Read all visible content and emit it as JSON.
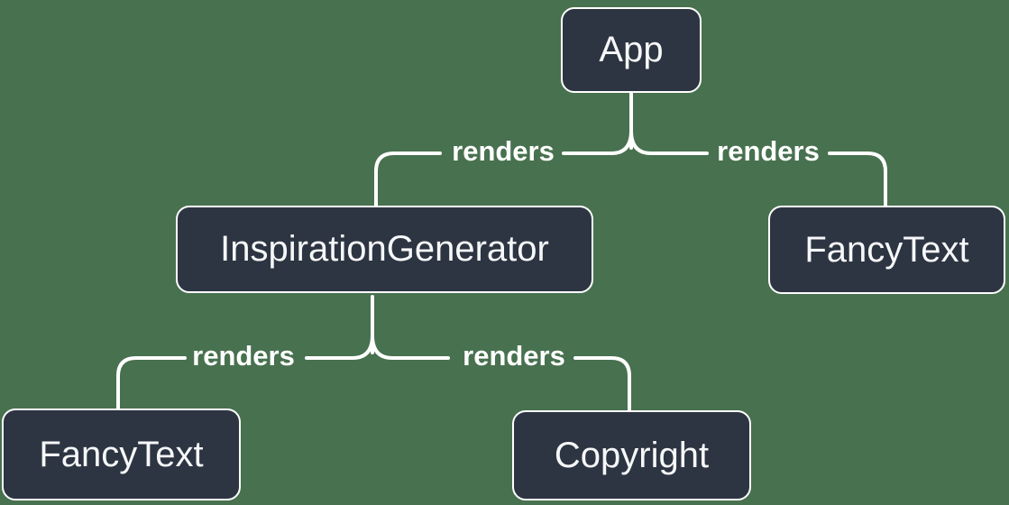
{
  "diagram": {
    "type": "component-render-tree",
    "colors": {
      "background": "#48714F",
      "node_fill": "#2D3542",
      "node_border": "#FFFFFF",
      "node_text": "#F6F7F9",
      "connector": "#FFFFFF",
      "edge_label_text": "#FFFFFF"
    },
    "nodes": {
      "app": {
        "label": "App"
      },
      "inspiration_generator": {
        "label": "InspirationGenerator"
      },
      "fancy_text_right": {
        "label": "FancyText"
      },
      "fancy_text_left": {
        "label": "FancyText"
      },
      "copyright": {
        "label": "Copyright"
      }
    },
    "edges": {
      "app_to_inspiration_generator": {
        "label": "renders"
      },
      "app_to_fancy_text": {
        "label": "renders"
      },
      "inspiration_generator_to_fancy_text": {
        "label": "renders"
      },
      "inspiration_generator_to_copyright": {
        "label": "renders"
      }
    },
    "tree": {
      "root": "App",
      "children": [
        {
          "name": "InspirationGenerator",
          "relation": "renders",
          "children": [
            {
              "name": "FancyText",
              "relation": "renders",
              "children": []
            },
            {
              "name": "Copyright",
              "relation": "renders",
              "children": []
            }
          ]
        },
        {
          "name": "FancyText",
          "relation": "renders",
          "children": []
        }
      ]
    }
  }
}
